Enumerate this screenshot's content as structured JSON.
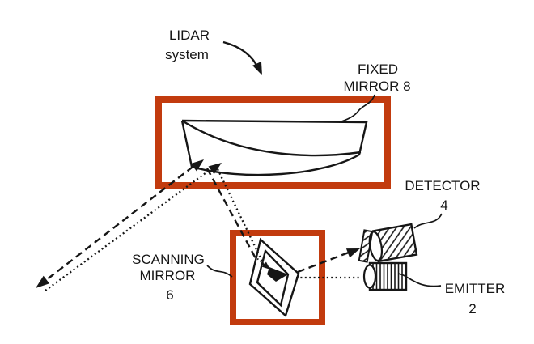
{
  "colors": {
    "highlight": "#c23b0e",
    "ink": "#161616",
    "background": "#ffffff"
  },
  "labels": {
    "system": {
      "line1": "LIDAR",
      "line2": "system"
    },
    "fixed_mirror": {
      "line1": "FIXED",
      "line2": "MIRROR 8"
    },
    "scanning_mirror": {
      "line1": "SCANNING",
      "line2": "MIRROR",
      "line3": "6"
    },
    "detector": {
      "line1": "DETECTOR",
      "line2": "4"
    },
    "emitter": {
      "line1": "EMITTER",
      "line2": "2"
    }
  }
}
